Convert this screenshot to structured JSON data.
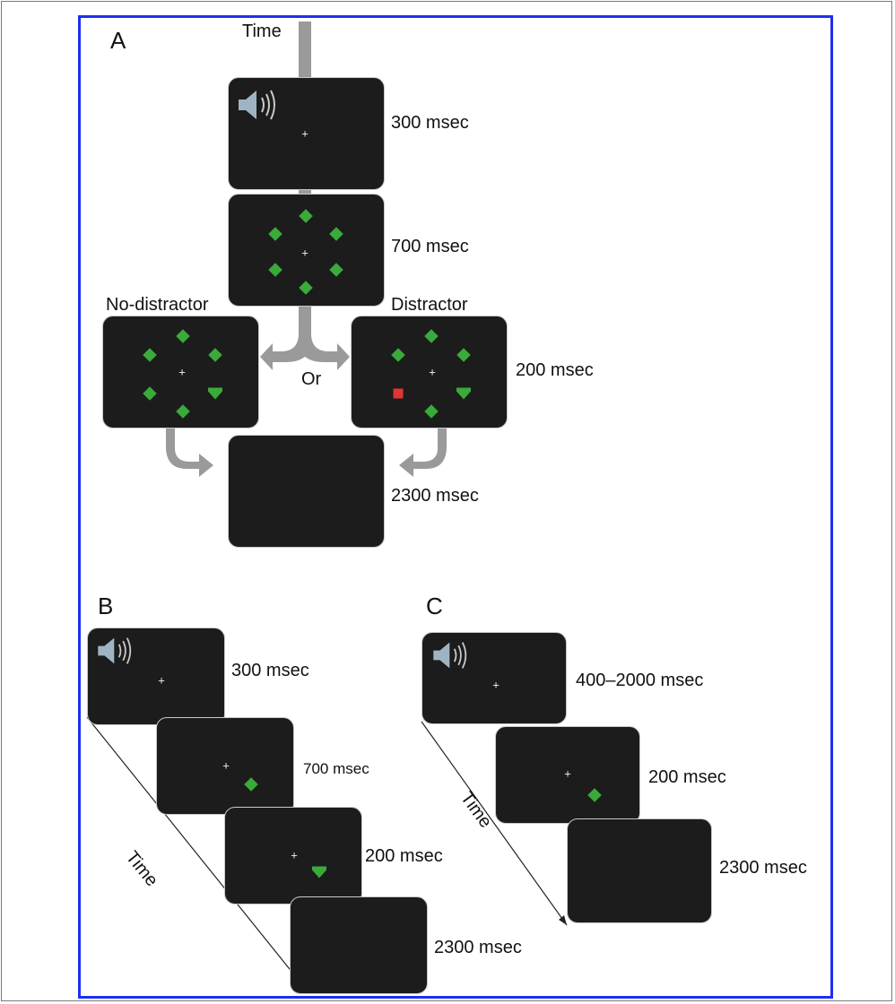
{
  "panels": {
    "a": "A",
    "b": "B",
    "c": "C"
  },
  "panel_a": {
    "time_label": "Time",
    "durations": [
      "300 msec",
      "700 msec",
      "200 msec",
      "2300 msec"
    ],
    "no_distractor_label": "No-distractor",
    "distractor_label": "Distractor",
    "or_label": "Or"
  },
  "panel_b": {
    "time_label": "Time",
    "durations": [
      "300 msec",
      "700 msec",
      "200 msec",
      "2300 msec"
    ]
  },
  "panel_c": {
    "time_label": "Time",
    "durations": [
      "400–2000 msec",
      "200 msec",
      "2300 msec"
    ]
  },
  "symbols": {
    "fixation": "+",
    "target_color": "#3aaa3a",
    "distractor_color": "#e03535",
    "screen_color": "#1c1c1c",
    "frame_color": "#1d2ff2",
    "cue_icon": "speaker-icon"
  }
}
